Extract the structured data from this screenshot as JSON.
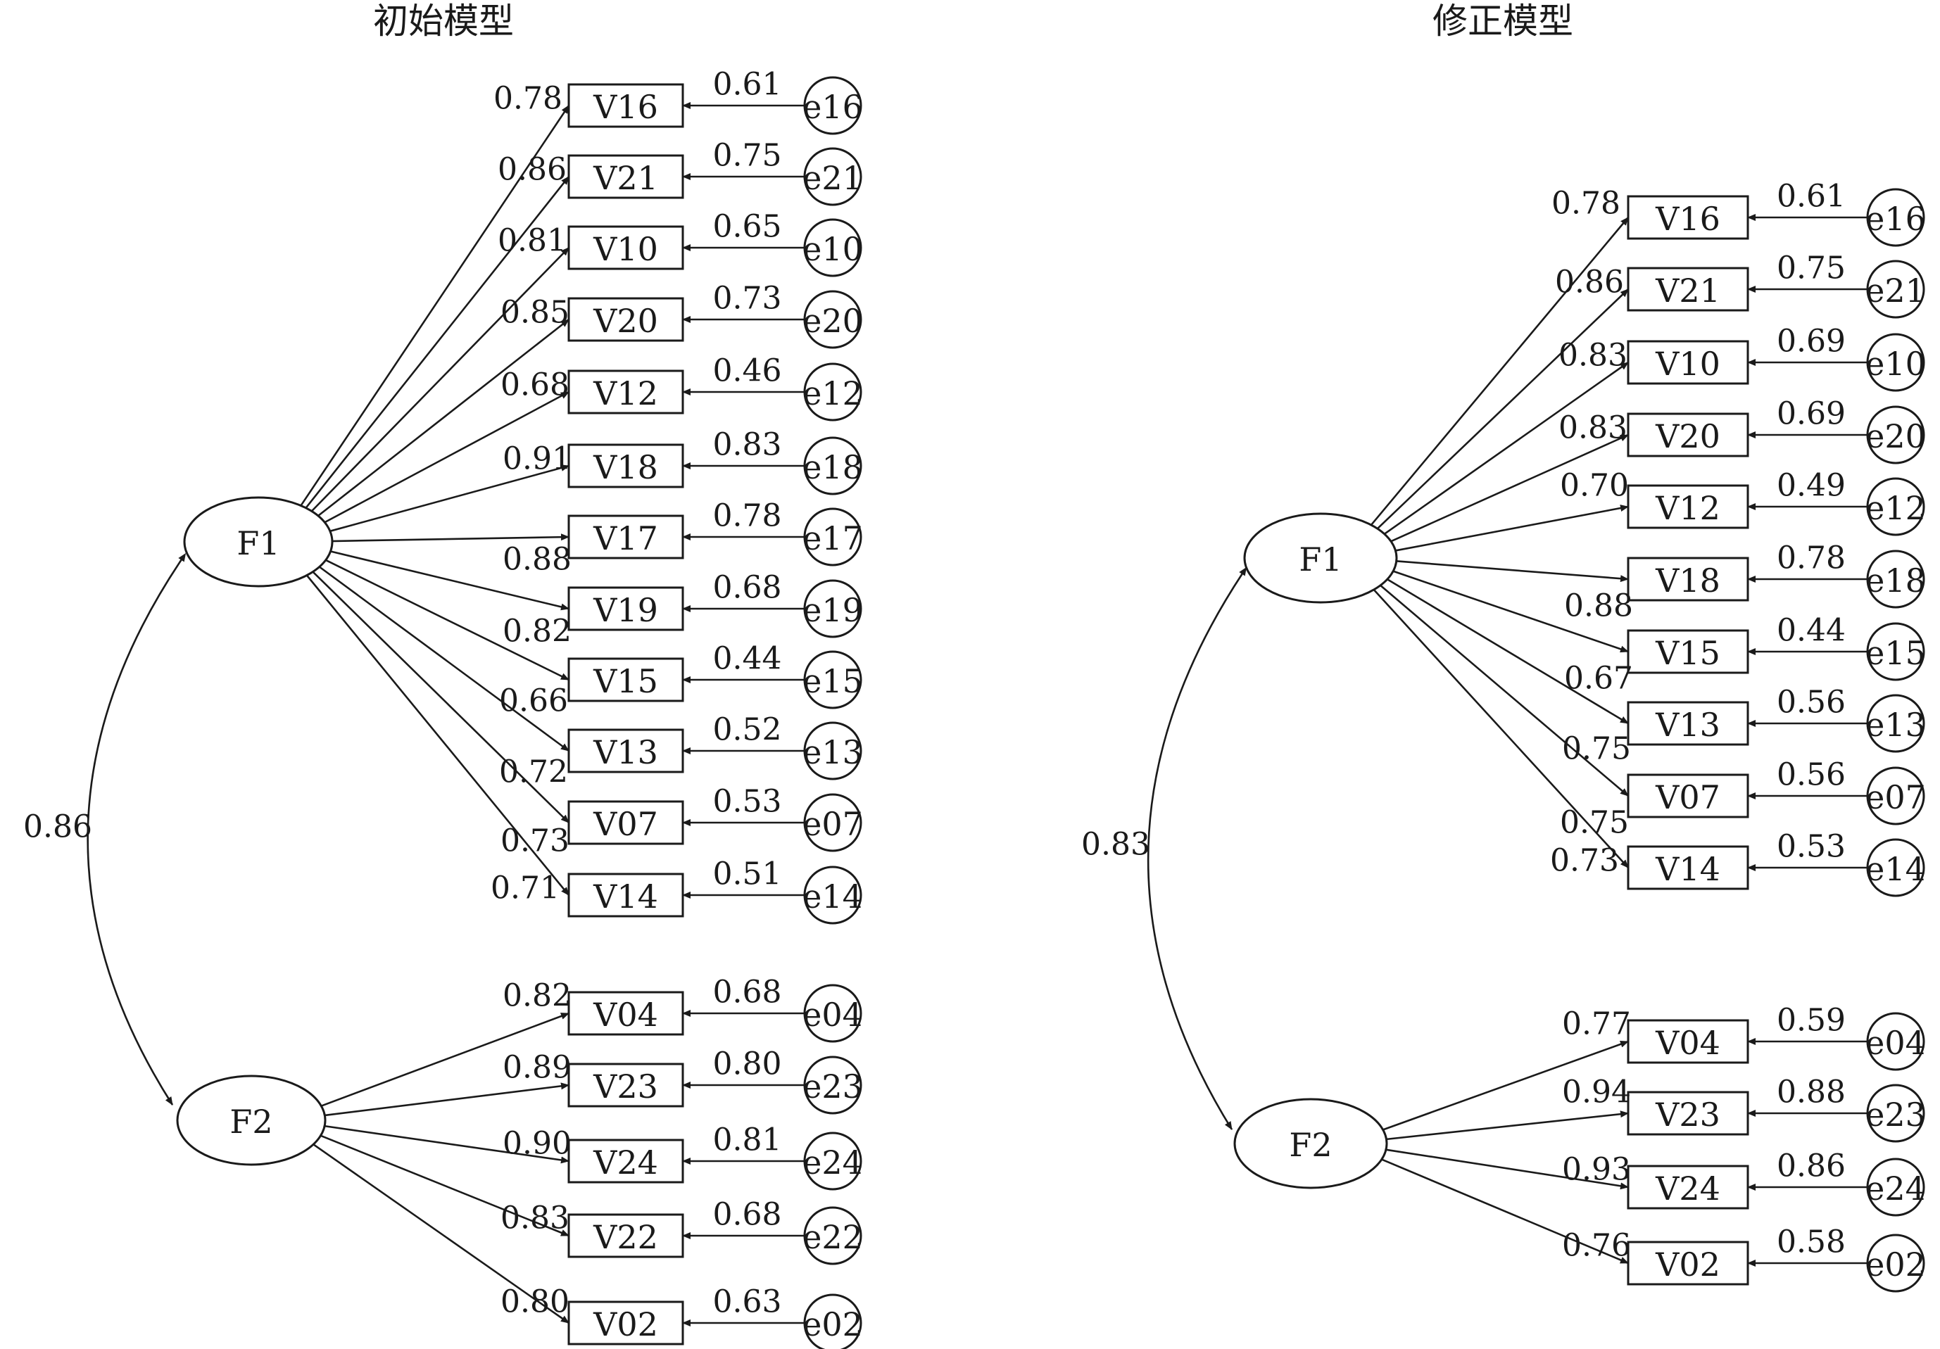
{
  "models": [
    {
      "title": "初始模型",
      "correlation": "0.86",
      "factors": [
        {
          "name": "F1",
          "items": [
            {
              "v": "V16",
              "loading": "0.78",
              "e": "e16",
              "err": "0.61"
            },
            {
              "v": "V21",
              "loading": "0.86",
              "e": "e21",
              "err": "0.75"
            },
            {
              "v": "V10",
              "loading": "0.81",
              "e": "e10",
              "err": "0.65"
            },
            {
              "v": "V20",
              "loading": "0.85",
              "e": "e20",
              "err": "0.73"
            },
            {
              "v": "V12",
              "loading": "0.68",
              "e": "e12",
              "err": "0.46"
            },
            {
              "v": "V18",
              "loading": "0.91",
              "e": "e18",
              "err": "0.83"
            },
            {
              "v": "V17",
              "loading": "0.88",
              "e": "e17",
              "err": "0.78"
            },
            {
              "v": "V19",
              "loading": "0.82",
              "e": "e19",
              "err": "0.68"
            },
            {
              "v": "V15",
              "loading": "0.66",
              "e": "e15",
              "err": "0.44"
            },
            {
              "v": "V13",
              "loading": "0.72",
              "e": "e13",
              "err": "0.52"
            },
            {
              "v": "V07",
              "loading": "0.73",
              "e": "e07",
              "err": "0.53"
            },
            {
              "v": "V14",
              "loading": "0.71",
              "e": "e14",
              "err": "0.51"
            }
          ]
        },
        {
          "name": "F2",
          "items": [
            {
              "v": "V04",
              "loading": "0.82",
              "e": "e04",
              "err": "0.68"
            },
            {
              "v": "V23",
              "loading": "0.89",
              "e": "e23",
              "err": "0.80"
            },
            {
              "v": "V24",
              "loading": "0.90",
              "e": "e24",
              "err": "0.81"
            },
            {
              "v": "V22",
              "loading": "0.83",
              "e": "e22",
              "err": "0.68"
            },
            {
              "v": "V02",
              "loading": "0.80",
              "e": "e02",
              "err": "0.63"
            }
          ]
        }
      ]
    },
    {
      "title": "修正模型",
      "correlation": "0.83",
      "factors": [
        {
          "name": "F1",
          "items": [
            {
              "v": "V16",
              "loading": "0.78",
              "e": "e16",
              "err": "0.61"
            },
            {
              "v": "V21",
              "loading": "0.86",
              "e": "e21",
              "err": "0.75"
            },
            {
              "v": "V10",
              "loading": "0.83",
              "e": "e10",
              "err": "0.69"
            },
            {
              "v": "V20",
              "loading": "0.83",
              "e": "e20",
              "err": "0.69"
            },
            {
              "v": "V12",
              "loading": "0.70",
              "e": "e12",
              "err": "0.49"
            },
            {
              "v": "V18",
              "loading": "0.88",
              "e": "e18",
              "err": "0.78"
            },
            {
              "v": "V15",
              "loading": "0.67",
              "e": "e15",
              "err": "0.44"
            },
            {
              "v": "V13",
              "loading": "0.75",
              "e": "e13",
              "err": "0.56"
            },
            {
              "v": "V07",
              "loading": "0.75",
              "e": "e07",
              "err": "0.56"
            },
            {
              "v": "V14",
              "loading": "0.73",
              "e": "e14",
              "err": "0.53"
            }
          ]
        },
        {
          "name": "F2",
          "items": [
            {
              "v": "V04",
              "loading": "0.77",
              "e": "e04",
              "err": "0.59"
            },
            {
              "v": "V23",
              "loading": "0.94",
              "e": "e23",
              "err": "0.88"
            },
            {
              "v": "V24",
              "loading": "0.93",
              "e": "e24",
              "err": "0.86"
            },
            {
              "v": "V02",
              "loading": "0.76",
              "e": "e02",
              "err": "0.58"
            }
          ]
        }
      ]
    }
  ]
}
